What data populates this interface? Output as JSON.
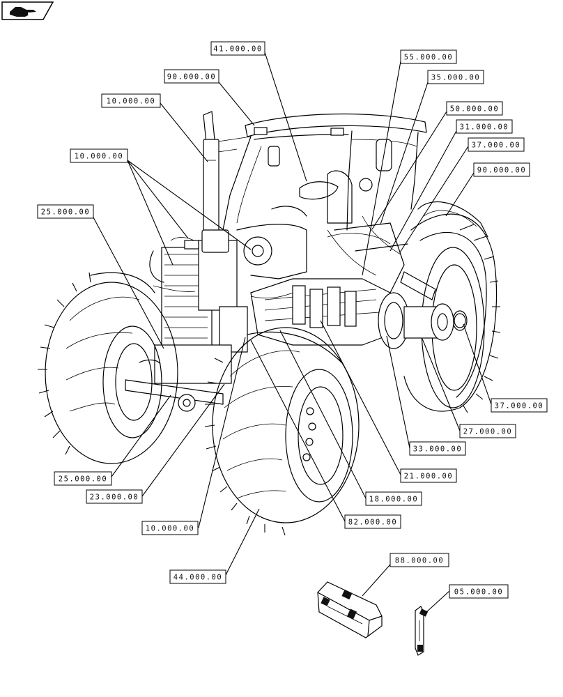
{
  "header": {
    "nav_icon": "pointing-hand-icon"
  },
  "callouts": [
    {
      "id": "c01",
      "label": "41.000.00"
    },
    {
      "id": "c02",
      "label": "90.000.00"
    },
    {
      "id": "c03",
      "label": "10.000.00"
    },
    {
      "id": "c04",
      "label": "10.000.00"
    },
    {
      "id": "c05",
      "label": "25.000.00"
    },
    {
      "id": "c06",
      "label": "55.000.00"
    },
    {
      "id": "c07",
      "label": "35.000.00"
    },
    {
      "id": "c08",
      "label": "50.000.00"
    },
    {
      "id": "c09",
      "label": "31.000.00"
    },
    {
      "id": "c10",
      "label": "37.000.00"
    },
    {
      "id": "c11",
      "label": "90.000.00"
    },
    {
      "id": "c12",
      "label": "37.000.00"
    },
    {
      "id": "c13",
      "label": "27.000.00"
    },
    {
      "id": "c14",
      "label": "33.000.00"
    },
    {
      "id": "c15",
      "label": "21.000.00"
    },
    {
      "id": "c16",
      "label": "18.000.00"
    },
    {
      "id": "c17",
      "label": "82.000.00"
    },
    {
      "id": "c18",
      "label": "25.000.00"
    },
    {
      "id": "c19",
      "label": "23.000.00"
    },
    {
      "id": "c20",
      "label": "10.000.00"
    },
    {
      "id": "c21",
      "label": "44.000.00"
    },
    {
      "id": "c22",
      "label": "88.000.00"
    },
    {
      "id": "c23",
      "label": "05.000.00"
    }
  ]
}
